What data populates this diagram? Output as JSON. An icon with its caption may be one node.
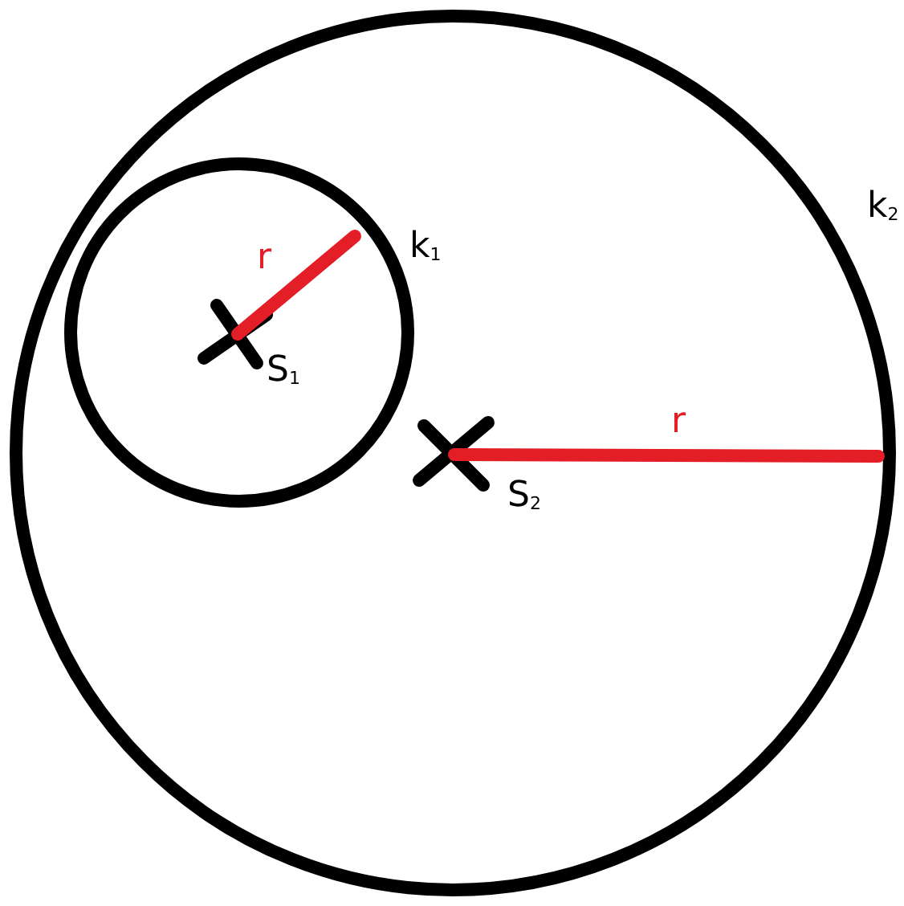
{
  "diagram": {
    "labels": [
      "k$_{1}$",
      "k$_{2}$",
      "r",
      "S$_{1}$",
      "r",
      "S$_{2}$"
    ]
  }
}
